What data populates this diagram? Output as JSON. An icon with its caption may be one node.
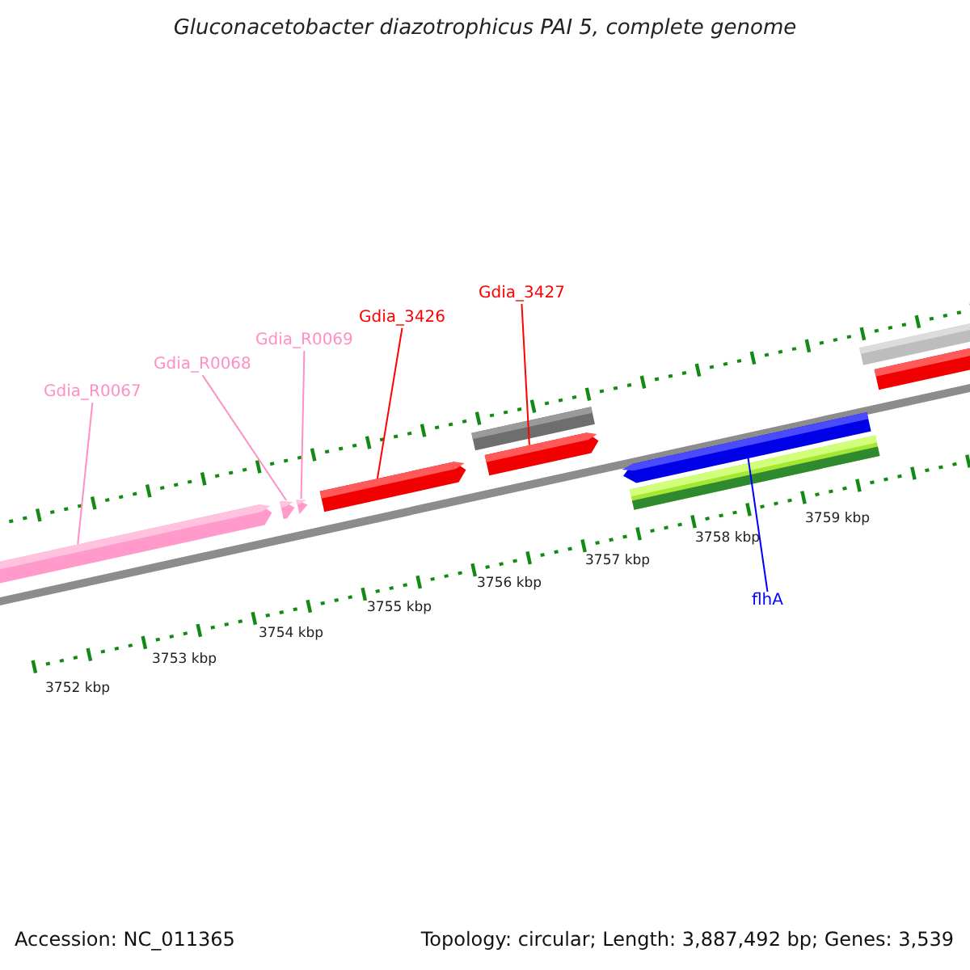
{
  "diagram": {
    "title": "Gluconacetobacter diazotrophicus PAI 5, complete genome",
    "nodes": [
      {
        "text": [
          "Gdia_R0067"
        ]
      },
      {
        "text": [
          "Gdia_R0068"
        ]
      },
      {
        "text": [
          "Gdia_R0069"
        ]
      },
      {
        "text": [
          "Gdia_3426"
        ]
      },
      {
        "text": [
          "Gdia_3427"
        ]
      },
      {
        "text": [
          "flhA"
        ]
      },
      {
        "text": [],
        "shape": "arrow"
      },
      {
        "text": [],
        "shape": "arrow"
      },
      {
        "text": [],
        "shape": "arrow"
      },
      {
        "text": [],
        "shape": "arrow"
      },
      {
        "text": [],
        "shape": "arrow"
      },
      {
        "text": [],
        "shape": "arrow"
      }
    ],
    "edges": [
      {
        "from": 0,
        "to": 6,
        "arrow": "none"
      },
      {
        "from": 1,
        "to": 7,
        "arrow": "none"
      },
      {
        "from": 2,
        "to": 8,
        "arrow": "none"
      },
      {
        "from": 3,
        "to": 9,
        "arrow": "none",
        "color": "#ff0000"
      },
      {
        "from": 4,
        "to": 10,
        "arrow": "none",
        "color": "#ff0000"
      },
      {
        "from": 5,
        "to": 11,
        "arrow": "none",
        "color": "#0000ff"
      }
    ],
    "labels": [
      "3752 kbp",
      "3753 kbp",
      "3754 kbp",
      "3755 kbp",
      "3756 kbp",
      "3757 kbp",
      "3758 kbp",
      "3759 kbp",
      "Accession: NC_011365",
      "Topology: circular; Length: 3,887,492 bp; Genes: 3,539"
    ]
  }
}
